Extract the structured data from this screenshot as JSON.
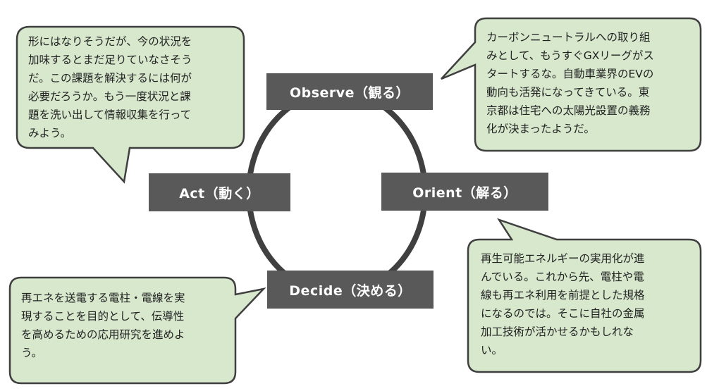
{
  "colors": {
    "bubble_fill": "#d7e8cd",
    "bubble_stroke": "#3f3f3f",
    "node_fill": "#595959",
    "node_text": "#ffffff",
    "cycle_stroke": "#404040"
  },
  "nodes": {
    "observe": "Observe（観る）",
    "orient": "Orient（解る）",
    "decide": "Decide（決める）",
    "act": "Act（動く）"
  },
  "bubbles": {
    "act_note": "形にはなりそうだが、今の状況を\n加味するとまだ足りていなさそう\nだ。この課題を解決するには何が\n必要だろうか。もう一度状況と課\n題を洗い出して情報収集を行って\nみよう。",
    "observe_note": "カーボンニュートラルへの取り組\nみとして、もうすぐGXリーグがス\nタートするな。自動車業界のEVの\n動向も活発になってきている。東\n京都は住宅への太陽光設置の義務\n化が決まったようだ。",
    "orient_note": "再生可能エネルギーの実用化が進\nんでいる。これから先、電柱や電\n線も再エネ利用を前提とした規格\nになるのでは。そこに自社の金属\n加工技術が活かせるかもしれな\nい。",
    "decide_note": "再エネを送電する電柱・電線を実\n現することを目的として、伝導性\nを高めるための応用研究を進めよ\nう。"
  }
}
